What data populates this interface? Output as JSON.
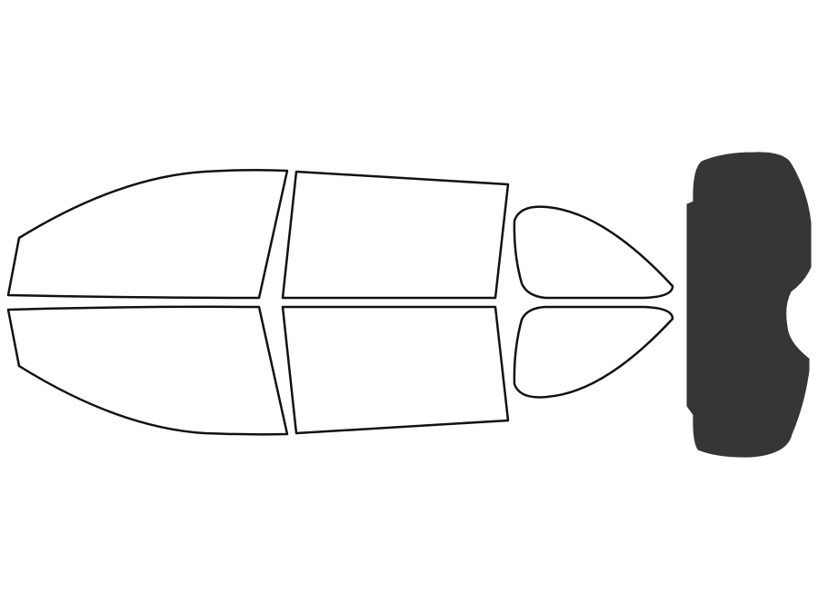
{
  "colors": {
    "background": "#ffffff",
    "outline": "#111111",
    "tinted_fill": "#363636"
  },
  "windows": [
    {
      "id": "front-left-window",
      "tinted": false
    },
    {
      "id": "rear-left-window",
      "tinted": false
    },
    {
      "id": "left-quarter-window",
      "tinted": false
    },
    {
      "id": "front-right-window",
      "tinted": false
    },
    {
      "id": "rear-right-window",
      "tinted": false
    },
    {
      "id": "right-quarter-window",
      "tinted": false
    },
    {
      "id": "rear-windshield",
      "tinted": true
    }
  ]
}
